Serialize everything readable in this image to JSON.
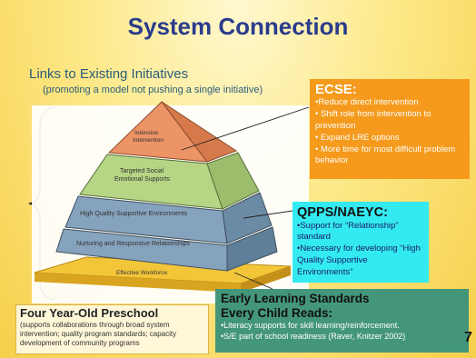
{
  "title": "System Connection",
  "subtitle": "Links to Existing Initiatives",
  "subtitle_note": "(promoting a model not pushing a single initiative)",
  "pyramid": {
    "tiers": [
      {
        "label": "Intensive Intervention",
        "color": "#e98a5c"
      },
      {
        "label": "Targeted Social Emotional Supports",
        "color": "#aed07a"
      },
      {
        "label": "High Quality Supportive Environments",
        "color": "#7f9eb8"
      },
      {
        "label": "Nurturing and Responsive Relationships",
        "color": "#7f9eb8"
      },
      {
        "label": "Effective Workforce",
        "color": "#f3c63a"
      }
    ]
  },
  "ecse": {
    "heading": "ECSE:",
    "items": [
      "•Reduce direct intervention",
      "• Shift role from intervention to prevention",
      "• Expand LRE options",
      "• More time for most difficult problem behavior"
    ]
  },
  "qpps": {
    "heading": "QPPS/NAEYC:",
    "items": [
      "•Support for “Relationship” standard",
      "•Necessary for developing “High Quality Supportive Environments”"
    ]
  },
  "els": {
    "heading_line1": "Early Learning Standards",
    "heading_line2": "Every Child Reads:",
    "items": [
      "•Literacy supports for skill learning/reinforcement.",
      "•S/E part of school readiness (Raver, Knitzer 2002)"
    ]
  },
  "fyp": {
    "heading": "Four Year-Old Preschool",
    "note": "(supports collaborations through broad system intervention; quality program standards; capacity development of community programs"
  },
  "page_number": "7"
}
